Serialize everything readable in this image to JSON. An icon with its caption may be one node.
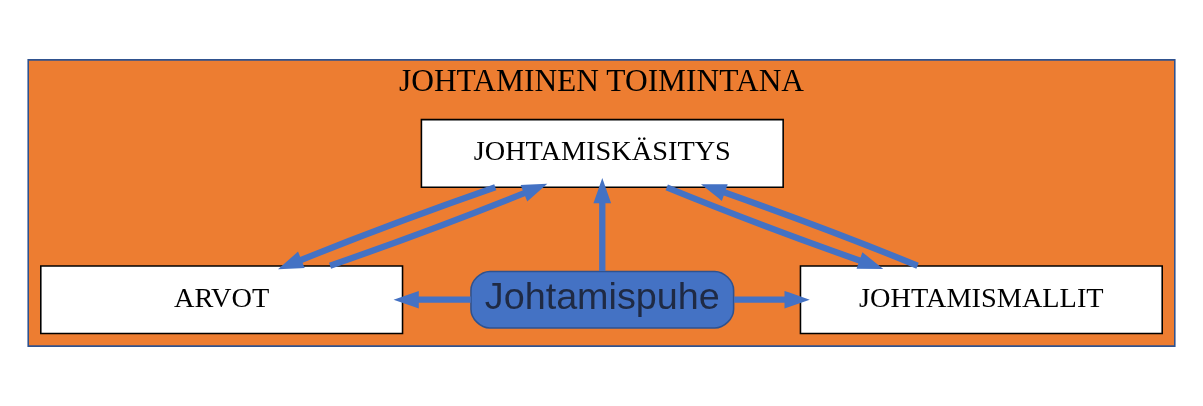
{
  "diagram": {
    "nodes": [
      {
        "text": [
          "JOHTAMINEN TOIMINTANA"
        ]
      },
      {
        "text": [
          "JOHTAMISKÄSITYS"
        ],
        "in": 0
      },
      {
        "text": [
          "ARVOT"
        ],
        "in": 0
      },
      {
        "text": [
          "Johtamispuhe"
        ],
        "in": 0
      },
      {
        "text": [
          "JOHTAMISMALLIT"
        ],
        "in": 0
      }
    ],
    "edges": [
      {
        "from": 2,
        "to": 1,
        "arrow": "to"
      },
      {
        "from": 1,
        "to": 2,
        "arrow": "to"
      },
      {
        "from": 3,
        "to": 1,
        "arrow": "to"
      },
      {
        "from": 3,
        "to": 2,
        "arrow": "to"
      },
      {
        "from": 3,
        "to": 4,
        "arrow": "to"
      },
      {
        "from": 1,
        "to": 4,
        "arrow": "to"
      },
      {
        "from": 4,
        "to": 1,
        "arrow": "to"
      }
    ]
  }
}
